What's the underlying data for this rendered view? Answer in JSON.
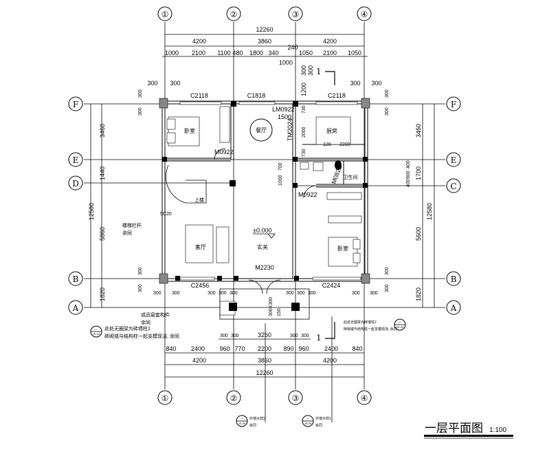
{
  "title": "一层平面图",
  "scale": "1:100",
  "axes": {
    "cols": [
      "①",
      "②",
      "③",
      "④"
    ],
    "rows": [
      "F",
      "E",
      "D",
      "C",
      "B",
      "A"
    ]
  },
  "dims": {
    "top_total": "12260",
    "top_bays": [
      "4200",
      "3860",
      "4200"
    ],
    "top_detail": [
      "1000",
      "2100",
      "1100",
      "480",
      "1800",
      "340",
      "1050",
      "2100",
      "1050"
    ],
    "top_240": "240",
    "top_1000": "1000",
    "bottom_detail": [
      "840",
      "2400",
      "960",
      "770",
      "2200",
      "890",
      "960",
      "2400",
      "840"
    ],
    "bottom_bays": [
      "4200",
      "3860",
      "4200"
    ],
    "bottom_total": "12260",
    "porch": [
      "300",
      "300",
      "3260",
      "300",
      "300"
    ],
    "left": [
      "3460",
      "1440",
      "5860",
      "1820"
    ],
    "left_total": "12580",
    "right": [
      "3460",
      "1700",
      "5600",
      "1820"
    ],
    "right_total": "12580",
    "right_small": [
      "400",
      "900",
      "400"
    ],
    "stair_v": [
      "300",
      "300",
      "1200"
    ],
    "kitchen": [
      "730",
      "2000",
      "730"
    ],
    "kitchen_h": [
      "120",
      "2200"
    ],
    "hall_v": [
      "700",
      "1000"
    ],
    "small300": "300"
  },
  "openings": {
    "c2118_l": "C2118",
    "c1818": "C1818",
    "c2118_r": "C2118",
    "lm0922": "LM0922",
    "lm_w": "1500",
    "tm2024": "TM2024",
    "m0922_a": "M0922",
    "m0922_b": "M0922",
    "m0822": "M0822",
    "c2456": "C2456",
    "c2424": "C2424",
    "m2230": "M2230",
    "col_dim": "300X300",
    "stair_dim": "150",
    "c5": "5C20"
  },
  "rooms": {
    "bedroom1": "卧室",
    "dining": "餐厅",
    "kitchen": "厨房",
    "bath": "卫生间",
    "living": "客厅",
    "foyer": "玄关",
    "bedroom2": "卧室",
    "level": "±0.000",
    "stair": "上楼"
  },
  "section": "1",
  "notes": {
    "left_rail": "成品窗套构件",
    "same": "余同",
    "stair_note": "楼梯栏杆",
    "detail_l1": "此处无圈梁为砖墙柱1",
    "detail_l2": "砖砌或与结构柱一起支模现浇, 余同",
    "detail_r1": "此处无圈梁为砖墙柱2",
    "detail_r2": "砖砌或与结构柱一起支模现浇, 余同",
    "det_a": "外墙大样2",
    "det_b": "外墙大样1",
    "sym_top": "一",
    "sym_bot": "JS-09"
  }
}
